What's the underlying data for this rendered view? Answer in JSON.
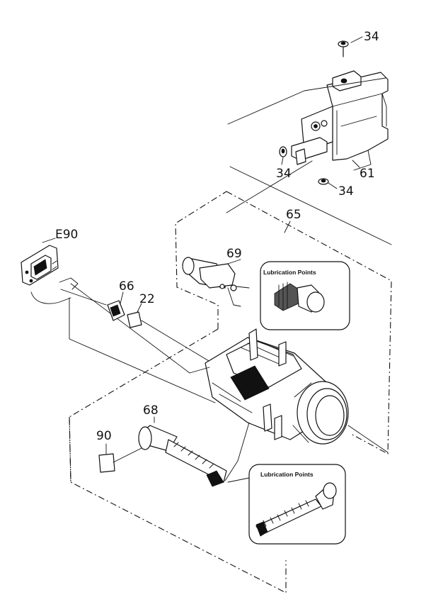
{
  "parts": {
    "p34_top": "34",
    "p34_left": "34",
    "p34_bottom": "34",
    "p61": "61",
    "p65": "65",
    "p69": "69",
    "pE90": "E90",
    "p66": "66",
    "p22": "22",
    "p68": "68",
    "p90": "90"
  },
  "callouts": {
    "lube_upper": "Lubrication Points",
    "lube_lower": "Lubrication Points"
  }
}
